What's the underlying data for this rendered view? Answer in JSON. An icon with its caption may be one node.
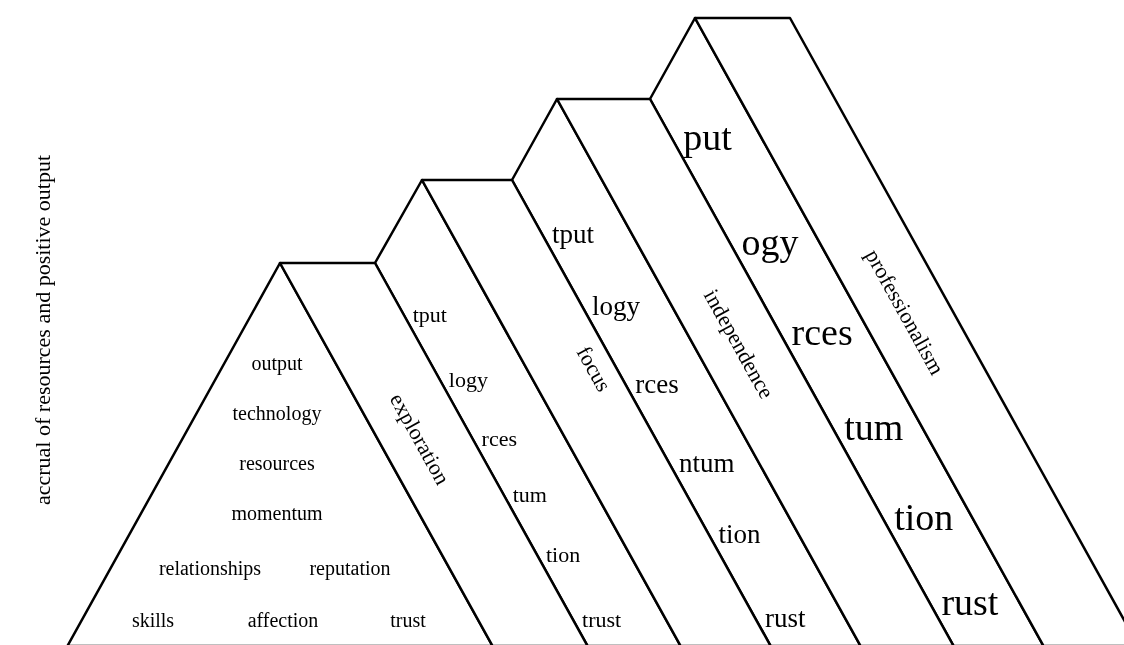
{
  "diagram": {
    "nodes": [
      {
        "text": [
          "output",
          "technology",
          "resources",
          "momentum",
          "relationships",
          "reputation",
          "skills",
          "affection",
          "trust"
        ]
      },
      {
        "text": [
          "exploration"
        ]
      },
      {
        "text": [
          "tput",
          "logy",
          "rces",
          "tum",
          "tion",
          "trust"
        ]
      },
      {
        "text": [
          "focus"
        ]
      },
      {
        "text": [
          "tput",
          "logy",
          "rces",
          "ntum",
          "tion",
          "rust"
        ]
      },
      {
        "text": [
          "independence"
        ]
      },
      {
        "text": [
          "put",
          "ogy",
          "rces",
          "tum",
          "tion",
          "rust"
        ]
      },
      {
        "text": [
          "professionalism"
        ]
      }
    ],
    "edges": [],
    "labels": [
      "accrual of resources and positive output"
    ]
  }
}
